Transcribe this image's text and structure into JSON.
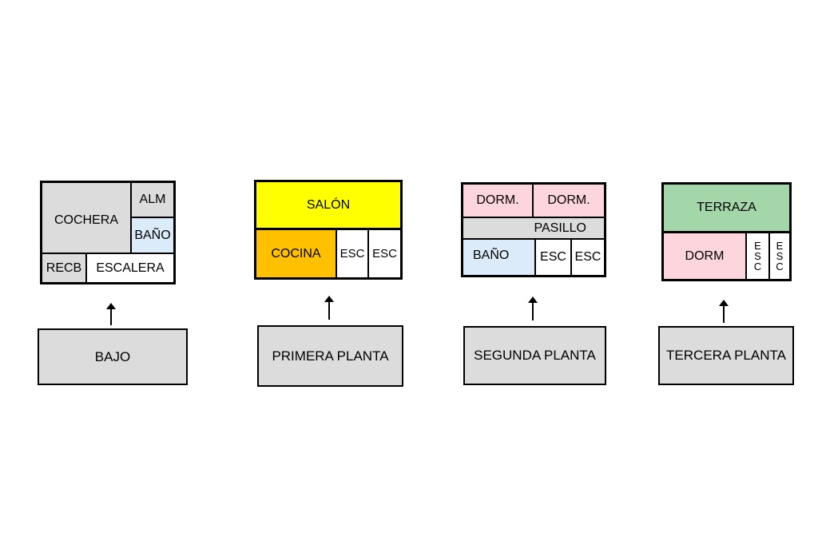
{
  "colors": {
    "gray": "#dcdcdc",
    "blue": "#dcebf9",
    "yellow": "#ffff00",
    "orange": "#ffc000",
    "pink": "#fcd5dd",
    "green": "#a3d7a9",
    "white": "#ffffff"
  },
  "bajo": {
    "label": "BAJO",
    "cochera": "COCHERA",
    "alm": "ALM",
    "bano": "BAÑO",
    "recb": "RECB",
    "escalera": "ESCALERA"
  },
  "primera": {
    "label": "PRIMERA PLANTA",
    "salon": "SALÓN",
    "cocina": "COCINA",
    "esc1": "ESC",
    "esc2": "ESC"
  },
  "segunda": {
    "label": "SEGUNDA PLANTA",
    "dorm1": "DORM.",
    "dorm2": "DORM.",
    "pasillo": "PASILLO",
    "bano": "BAÑO",
    "esc1": "ESC",
    "esc2": "ESC"
  },
  "tercera": {
    "label": "TERCERA PLANTA",
    "terraza": "TERRAZA",
    "dorm": "DORM",
    "esc1": [
      "E",
      "S",
      "C"
    ],
    "esc2": [
      "E",
      "S",
      "C"
    ]
  }
}
